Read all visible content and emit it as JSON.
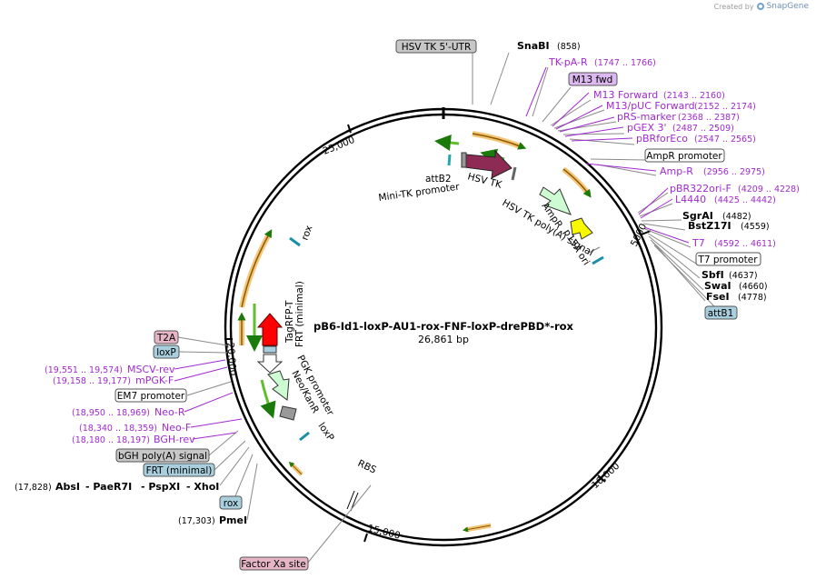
{
  "brand": {
    "created_by": "Created by",
    "name": "SnapGene"
  },
  "plasmid": {
    "name": "pB6-Id1-loxP-AU1-rox-FNF-loxP-drePBD*-rox",
    "length": "26,861 bp"
  },
  "ticks": [
    "5000",
    "10,000",
    "15,000",
    "20,000",
    "25,000"
  ],
  "right_labels": {
    "hsv_tk_utr": "HSV TK 5'-UTR",
    "snabi": "SnaBI",
    "snabi_pos": "(858)",
    "tk_pa_r": "TK-pA-R",
    "tk_pa_r_pos": "(1747 .. 1766)",
    "m13_fwd": "M13 fwd",
    "m13_forward": "M13 Forward",
    "m13_forward_pos": "(2143 .. 2160)",
    "m13_puc": "M13/pUC Forward",
    "m13_puc_pos": "(2152 .. 2174)",
    "prs_marker": "pRS-marker",
    "prs_marker_pos": "(2368 .. 2387)",
    "pgex3": "pGEX 3'",
    "pgex3_pos": "(2487 .. 2509)",
    "pbrforeco": "pBRforEco",
    "pbrforeco_pos": "(2547 .. 2565)",
    "ampr_promoter": "AmpR promoter",
    "amp_r": "Amp-R",
    "amp_r_pos": "(2956 .. 2975)",
    "pbr322ori": "pBR322ori-F",
    "pbr322ori_pos": "(4209 .. 4228)",
    "l4440": "L4440",
    "l4440_pos": "(4425 .. 4442)",
    "sgrai": "SgrAI",
    "sgrai_pos": "(4482)",
    "bstz17i": "BstZ17I",
    "bstz17i_pos": "(4559)",
    "t7": "T7",
    "t7_pos": "(4592 .. 4611)",
    "t7_promoter": "T7 promoter",
    "sbfi": "SbfI",
    "sbfi_pos": "(4637)",
    "swai": "SwaI",
    "swai_pos": "(4660)",
    "fsei": "FseI",
    "fsei_pos": "(4778)",
    "attb1": "attB1"
  },
  "left_labels": {
    "t2a": "T2A",
    "loxp": "loxP",
    "mscv_rev": "MSCV-rev",
    "mscv_rev_pos": "(19,551 .. 19,574)",
    "mpgk_f": "mPGK-F",
    "mpgk_f_pos": "(19,158 .. 19,177)",
    "em7": "EM7 promoter",
    "neo_r": "Neo-R",
    "neo_r_pos": "(18,950 .. 18,969)",
    "neo_f": "Neo-F",
    "neo_f_pos": "(18,340 .. 18,359)",
    "bgh_rev": "BGH-rev",
    "bgh_rev_pos": "(18,180 .. 18,197)",
    "bgh_polya": "bGH poly(A) signal",
    "frt_minimal": "FRT (minimal)",
    "absi_pos": "(17,828)",
    "absi": "AbsI",
    "paer7i": "- PaeR7I",
    "pspxi": "- PspXI",
    "xhoi": "- XhoI",
    "rox": "rox",
    "pmei_pos": "(17,303)",
    "pmei": "PmeI",
    "factor_xa": "Factor Xa site"
  },
  "inner_labels": {
    "attb2": "attB2",
    "mini_tk": "Mini-TK promoter",
    "hsv_tk": "HSV TK",
    "hsv_tk_polya": "HSV TK poly(A) signal",
    "ampr": "AmpR",
    "p15a": "p15A ori",
    "rox_inner": "rox",
    "tagrfp": "TagRFP-T",
    "frt_inner": "FRT (minimal)",
    "pgk": "PGK promoter",
    "neokanr": "Neo/KanR",
    "loxp_inner": "loxP",
    "rbs": "RBS"
  },
  "colors": {
    "primer": "#a12ad1",
    "gray_box": "#c7c7c7",
    "blue_box": "#a9cfde",
    "pink_box": "#e6b6c6",
    "purple_box": "#dcb8f0",
    "hsv_tk": "#8e2b55",
    "ampr": "#cdfbd2",
    "p15a": "#f8f800",
    "tagrfp": "#ff0000",
    "orange_arrow": "#f5c57a",
    "green_arrow": "#5fbf2f"
  }
}
